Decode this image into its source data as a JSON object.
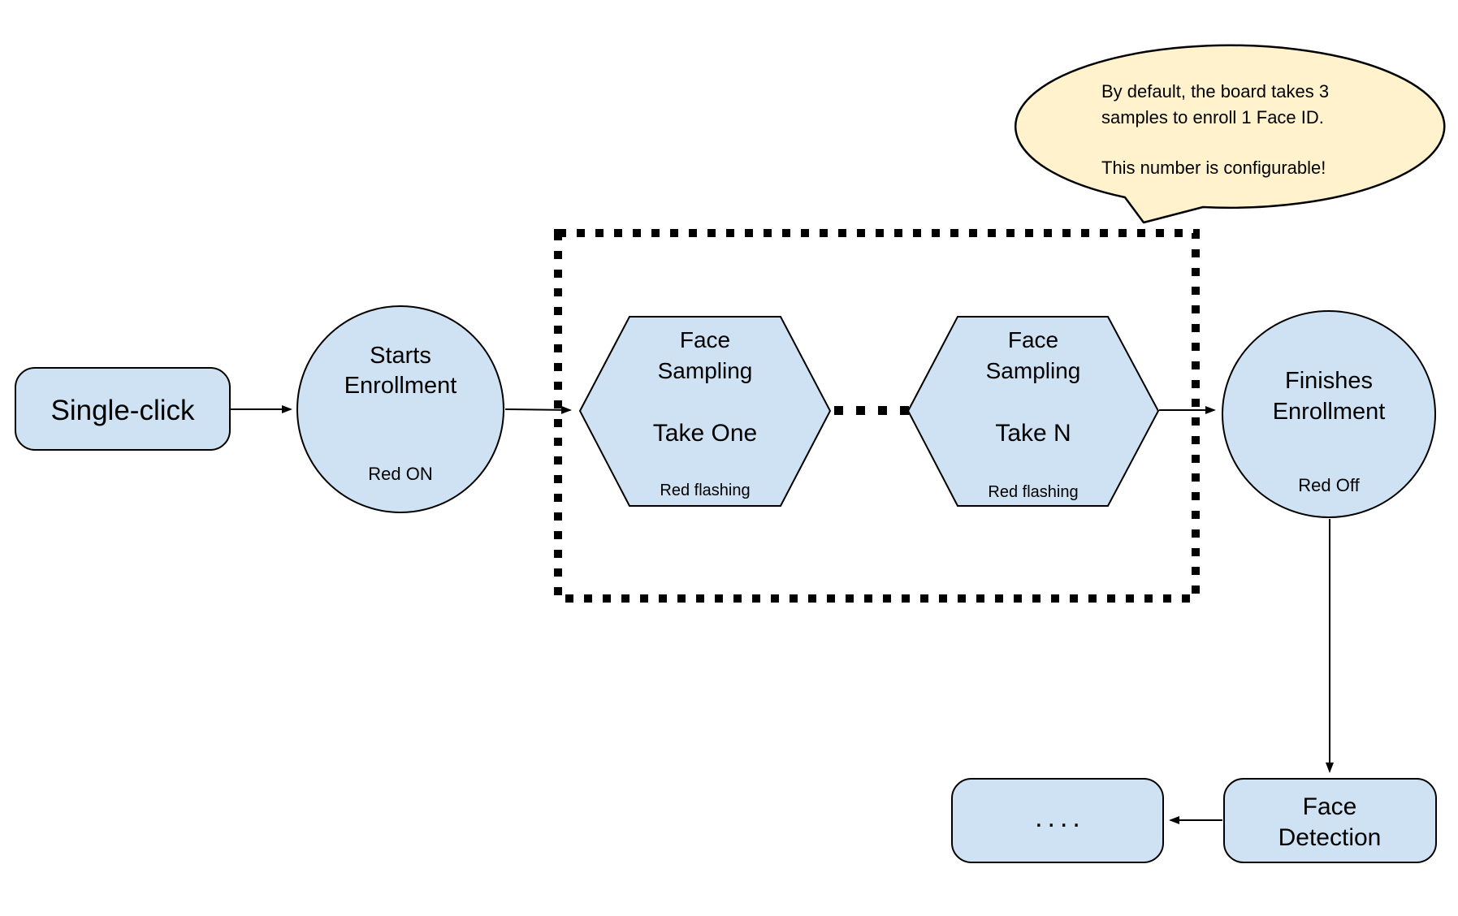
{
  "colors": {
    "shape_fill": "#cfe2f3",
    "shape_stroke": "#000000",
    "callout_fill": "#fff2cc",
    "background": "#ffffff"
  },
  "nodes": {
    "single_click": {
      "label": "Single-click"
    },
    "starts_enrollment": {
      "line1": "Starts",
      "line2": "Enrollment",
      "status": "Red ON"
    },
    "sampling_take_one": {
      "line1": "Face",
      "line2": "Sampling",
      "take": "Take One",
      "status": "Red flashing"
    },
    "sampling_take_n": {
      "line1": "Face",
      "line2": "Sampling",
      "take": "Take N",
      "status": "Red flashing"
    },
    "finishes_enrollment": {
      "line1": "Finishes",
      "line2": "Enrollment",
      "status": "Red Off"
    },
    "face_detection": {
      "line1": "Face",
      "line2": "Detection"
    },
    "continuation": {
      "label": "...."
    }
  },
  "callout": {
    "line1": "By default, the board takes 3",
    "line2": "samples to enroll 1 Face ID.",
    "line3": "This number is configurable!"
  }
}
